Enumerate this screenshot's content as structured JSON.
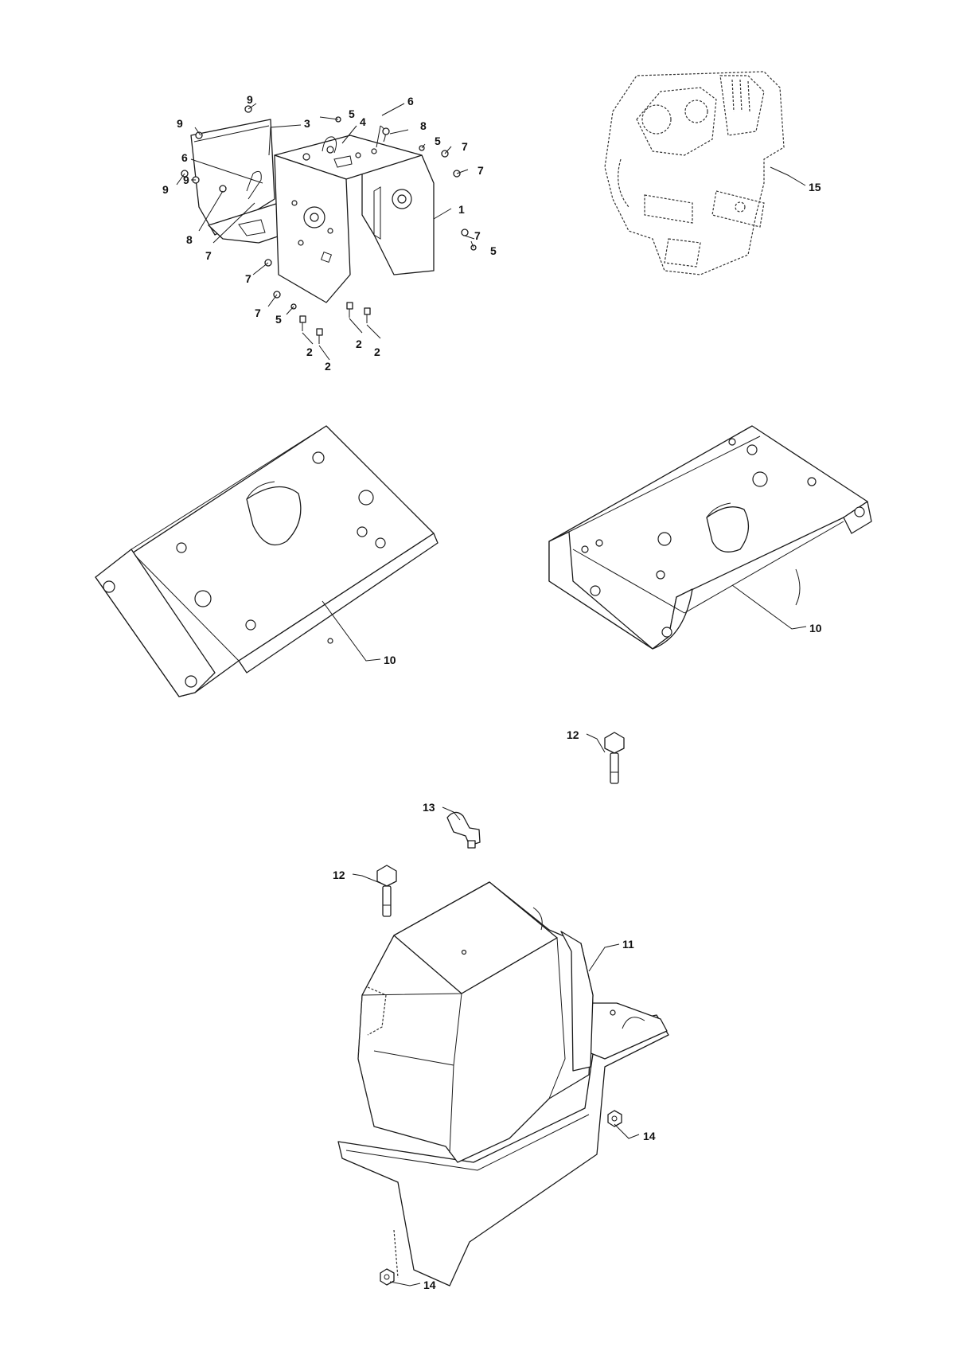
{
  "callouts": {
    "c1": "1",
    "c2a": "2",
    "c2b": "2",
    "c2c": "2",
    "c2d": "2",
    "c3": "3",
    "c4": "4",
    "c5a": "5",
    "c5b": "5",
    "c5c": "5",
    "c5d": "5",
    "c6a": "6",
    "c6b": "6",
    "c7a": "7",
    "c7b": "7",
    "c7c": "7",
    "c7d": "7",
    "c7e": "7",
    "c7f": "7",
    "c8a": "8",
    "c8b": "8",
    "c9a": "9",
    "c9b": "9",
    "c9c": "9",
    "c9d": "9",
    "c10a": "10",
    "c10b": "10",
    "c11": "11",
    "c12a": "12",
    "c12b": "12",
    "c13": "13",
    "c14a": "14",
    "c14b": "14",
    "c15": "15"
  },
  "style": {
    "line_color": "#1a1a1a",
    "background": "#ffffff"
  }
}
